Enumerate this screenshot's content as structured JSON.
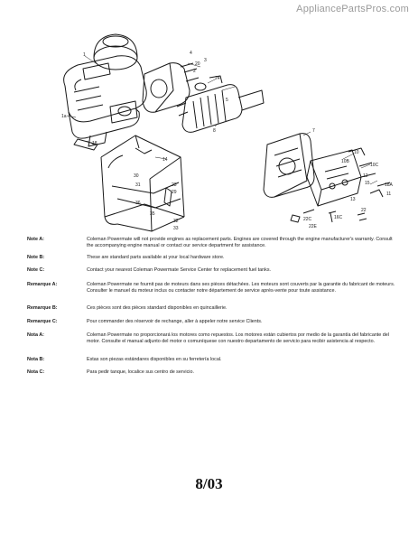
{
  "watermark": "AppliancePartsPros.com",
  "callouts": [
    {
      "id": "c1",
      "text": "1"
    },
    {
      "id": "c1a",
      "text": "1a"
    },
    {
      "id": "c14",
      "text": "14"
    },
    {
      "id": "c18",
      "text": "18"
    },
    {
      "id": "c20",
      "text": "20"
    },
    {
      "id": "c24",
      "text": "24"
    },
    {
      "id": "c8",
      "text": "8"
    },
    {
      "id": "c7",
      "text": "7"
    },
    {
      "id": "c10",
      "text": "10"
    },
    {
      "id": "c10b",
      "text": "10B"
    },
    {
      "id": "c10c",
      "text": "10C"
    },
    {
      "id": "c12",
      "text": "12"
    },
    {
      "id": "c15",
      "text": "15"
    },
    {
      "id": "c18a",
      "text": "18A"
    },
    {
      "id": "c11",
      "text": "11"
    },
    {
      "id": "c13",
      "text": "13"
    },
    {
      "id": "c22c",
      "text": "22C"
    },
    {
      "id": "c22e",
      "text": "22E"
    },
    {
      "id": "c16c",
      "text": "16C"
    },
    {
      "id": "c22",
      "text": "22"
    },
    {
      "id": "c23",
      "text": "23"
    },
    {
      "id": "c29",
      "text": "29"
    },
    {
      "id": "c30",
      "text": "30"
    },
    {
      "id": "c31",
      "text": "31"
    },
    {
      "id": "c36",
      "text": "36"
    },
    {
      "id": "c32",
      "text": "32"
    },
    {
      "id": "c33",
      "text": "33"
    },
    {
      "id": "c35",
      "text": "35"
    },
    {
      "id": "c2",
      "text": "2"
    },
    {
      "id": "c3",
      "text": "3"
    },
    {
      "id": "c4",
      "text": "4"
    },
    {
      "id": "c5",
      "text": "5"
    }
  ],
  "notes": [
    {
      "label": "Note A:",
      "text": "Coleman Powermate will not provide engines as replacement parts. Engines are covered through the engine manufacturer's warranty. Consult the accompanying engine manual or contact our service department for assistance."
    },
    {
      "label": "Note B:",
      "text": "These are standard parts available at your local hardware store."
    },
    {
      "label": "Note C:",
      "text": "Contact your nearest Coleman Powermate Service Center for replacement fuel tanks."
    },
    {
      "label": "Remarque A:",
      "text": "Coleman Powermate ne fournit pas de moteurs dans ses pièces détachées. Les moteurs sont couverts par la garantie du fabricant de moteurs. Consulter le manuel du moteur inclus ou contacter notre département de service après-vente pour toute assistance."
    },
    {
      "label": "Remarque B:",
      "text": "Ces pièces sont des pièces standard disponibles en quincaillerie."
    },
    {
      "label": "Remarque C:",
      "text": "Pour commander des réservoir de rechange, aller à appeler notre service Clients."
    },
    {
      "label": "Nota A:",
      "text": "Coleman Powermate no proporcionará los motores como repuestos. Los motores están cubiertos por medio de la garantía del fabricante del motor. Consulte el manual adjunto del motor o comuníquese con nuestro departamento de servicio para recibir asistencia al respecto."
    },
    {
      "label": "Nota B:",
      "text": "Estas son piezas estándares disponibles en su ferretería local."
    },
    {
      "label": "Nota C:",
      "text": "Para pedir tanque, localice sus centro de servicio."
    }
  ],
  "footer": "8/03"
}
